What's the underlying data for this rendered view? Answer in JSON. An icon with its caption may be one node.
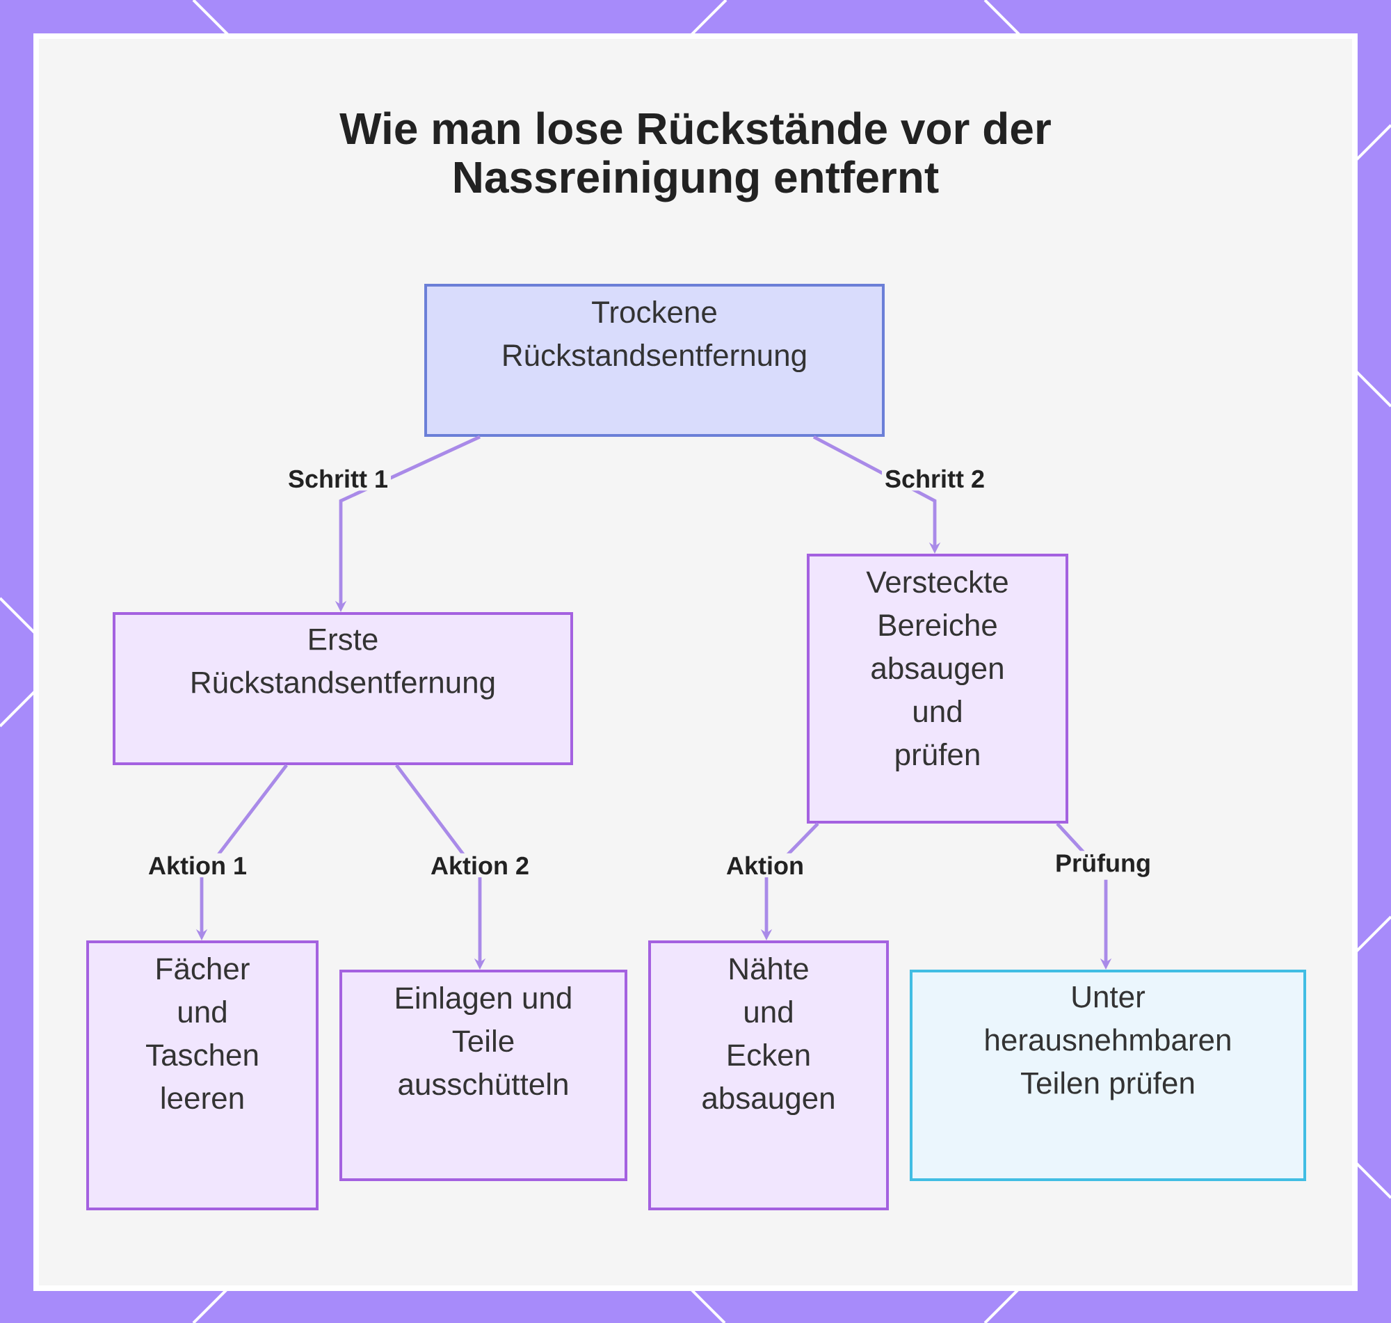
{
  "diagram": {
    "title": "Wie man lose Rückstände vor der Nassreinigung entfernt",
    "nodes": [
      {
        "text": [
          "Trockene Rückstandsentfernung"
        ]
      },
      {
        "text": [
          "Erste Rückstandsentfernung"
        ]
      },
      {
        "text": [
          "Versteckte Bereiche absaugen und prüfen"
        ]
      },
      {
        "text": [
          "Fächer und Taschen leeren"
        ]
      },
      {
        "text": [
          "Einlagen und Teile ausschütteln"
        ]
      },
      {
        "text": [
          "Nähte und Ecken absaugen"
        ]
      },
      {
        "text": [
          "Unter herausnehmbaren Teilen prüfen"
        ]
      }
    ],
    "edges": [
      {
        "from": 0,
        "to": 1,
        "arrow": "to",
        "label": "Schritt 1"
      },
      {
        "from": 0,
        "to": 2,
        "arrow": "to",
        "label": "Schritt 2"
      },
      {
        "from": 1,
        "to": 3,
        "arrow": "to",
        "label": "Aktion 1"
      },
      {
        "from": 1,
        "to": 4,
        "arrow": "to",
        "label": "Aktion 2"
      },
      {
        "from": 2,
        "to": 5,
        "arrow": "to",
        "label": "Aktion"
      },
      {
        "from": 2,
        "to": 6,
        "arrow": "to",
        "label": "Prüfung"
      }
    ]
  }
}
